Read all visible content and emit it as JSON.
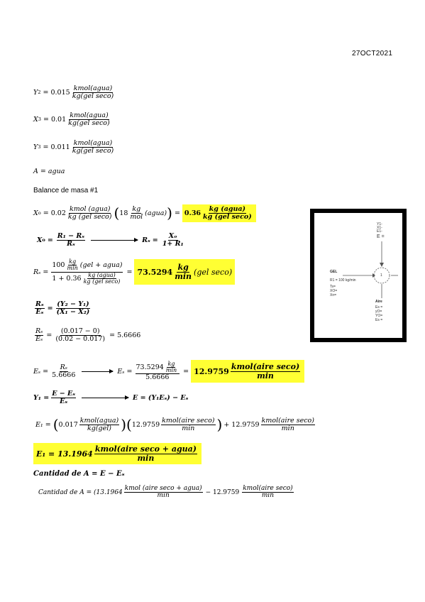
{
  "header": {
    "date": "27OCT2021"
  },
  "units": {
    "kmol_agua": "kmol(agua)",
    "kg_gel_seco": "kg(gel seco)",
    "kmol_agua_sp": "kmol (agua)",
    "kg_gel_seco_sp": "kg (gel seco)",
    "kg": "kg",
    "mol": "mol",
    "min": "min",
    "kg_agua_sp": "kg (agua)",
    "gel_agua": "(gel + agua)",
    "gel_seco_paren": "(gel seco)",
    "kmol_aire_seco": "kmol(aire seco)",
    "kg_gel": "kg(gel)",
    "kmol_aire_seco_agua": "kmol(aire seco + agua)",
    "kmol_aire_seco_sp": "kmol (aire seco)",
    "kmol_aire_seco_agua_sp": "kmol (aire seco + agua)"
  },
  "eq": {
    "y2_lhs": "Y",
    "y2_sub": "2",
    "y2_val": "= 0.015",
    "x3_lhs": "X",
    "x3_sub": "3",
    "x3_val": "= 0.01",
    "y3_lhs": "Y",
    "y3_sub": "3",
    "y3_val": "= 0.011",
    "a_def": "A = agua",
    "balance_title": "Balance de masa #1",
    "xo_lhs": "X",
    "xo_sub": "o",
    "xo_val": "= 0.02",
    "xo_18": "18",
    "xo_agua": "(agua)",
    "xo_result": "0.36",
    "rel_xo": "X",
    "rel_r1_rs": "R₁ − Rₛ",
    "rel_rs": "Rₛ",
    "rel_rs_lhs": "Rₛ",
    "rel_xo_num": "Xₒ",
    "rel_1r1": "1+ R₁",
    "rs_lhs": "Rₛ =",
    "rs_100": "100",
    "rs_den_pre": "1 + 0.36",
    "rs_result": "73.5294",
    "ratio_rs": "Rₛ",
    "ratio_es": "Eₛ",
    "ratio_num": "(Y₂ − Y₁)",
    "ratio_den": "(X₁ − X₂)",
    "ratio2_num": "(0.017 − 0)",
    "ratio2_den": "(0.02 − 0.017)",
    "ratio2_val": "= 5.6666",
    "es_lhs": "Eₛ =",
    "es_den": "5.6666",
    "es_lhs2": "Eₛ =",
    "es_num2": "73.5294",
    "es_result": "12.9759",
    "y1_lhs": "Y₁ =",
    "y1_num": "E − Eₛ",
    "y1_den": "Eₛ",
    "y1_rhs": "E = (Y₁Eₛ) − Eₛ",
    "e1_lhs": "E₁ =",
    "e1_a": "0.017",
    "e1_b": "12.9759",
    "e1_c": "+ 12.9759",
    "e1_result_lhs": "E₁ = 13.1964",
    "cant_title": "Cantidad de A = E − Eₛ",
    "cant_lhs": "Cantidad de A = (13.1964",
    "cant_minus": "− 12.9759"
  },
  "diagram": {
    "top_lines": [
      "Y1-",
      "X1-",
      "E1-",
      "E ="
    ],
    "node_label": "1",
    "gel_label": "GEL",
    "gel_r1": "R1 = 100 kg/min",
    "gel_lines": [
      "Ts=",
      "XO=",
      "Xn="
    ],
    "aire_label": "Aire",
    "aire_lines": [
      "Es =",
      "yO=",
      "YO=",
      "Es ="
    ]
  }
}
